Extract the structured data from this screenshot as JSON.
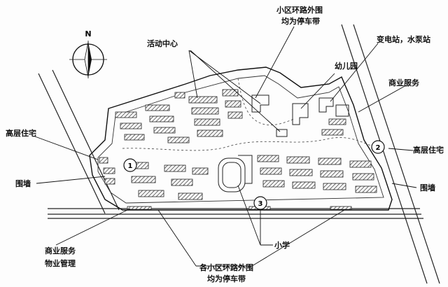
{
  "labels": {
    "loop_top_1": "小区环路外围",
    "loop_top_2": "均为停车带",
    "activity_center": "活动中心",
    "substation": "变电站，水泵站",
    "kindergarten": "幼儿园",
    "commercial_right": "商业服务",
    "highrise_left": "高层住宅",
    "highrise_right": "高层住宅",
    "wall_left": "围墙",
    "wall_right": "围墙",
    "commercial_bottom": "商业服务",
    "property_mgmt": "物业管理",
    "school": "小学",
    "loop_bottom_1": "各小区环路外围",
    "loop_bottom_2": "均为停车带"
  },
  "compass": {
    "north": "N"
  },
  "markers": [
    "1",
    "2",
    "3"
  ],
  "colors": {
    "ink": "#111111",
    "hatch": "#444444"
  }
}
